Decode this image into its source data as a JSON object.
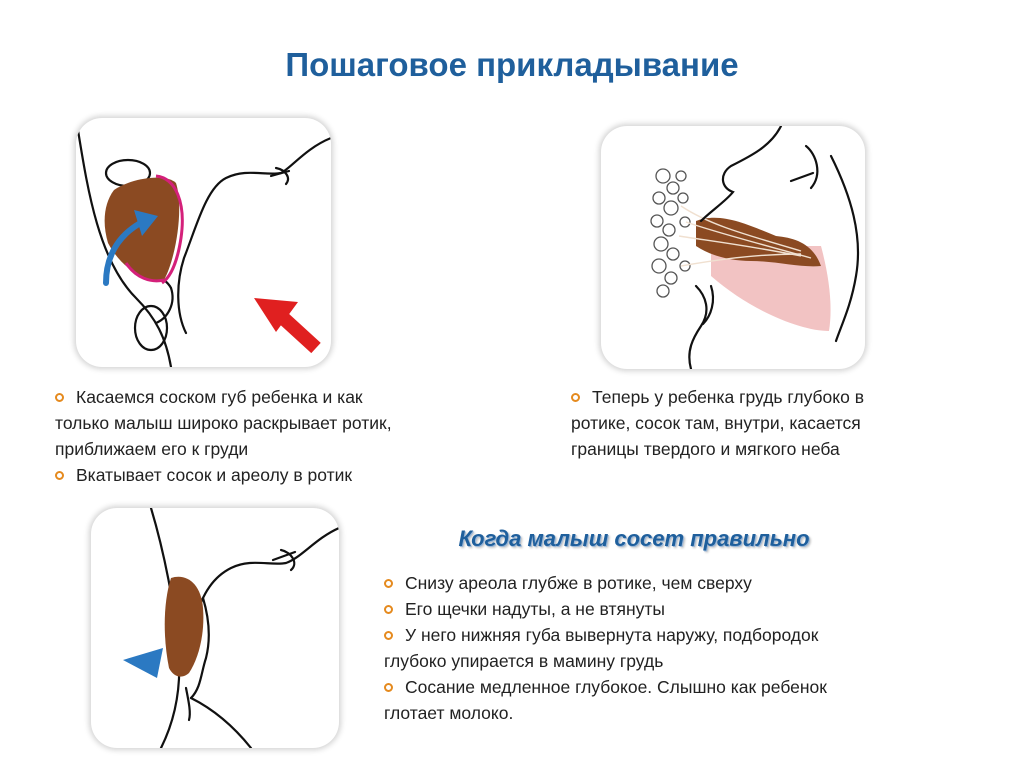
{
  "title": "Пошаговое прикладывание",
  "step1": {
    "lines": [
      "Касаемся соском губ ребенка и как",
      "только малыш широко раскрывает ротик,",
      "приближаем его к груди"
    ],
    "line2": "Вкатывает сосок и ареолу в ротик"
  },
  "step2": {
    "lines": [
      "Теперь у ребенка грудь глубоко в",
      "ротике, сосок там, внутри, касается",
      "границы твердого и мягкого неба"
    ]
  },
  "correct": {
    "heading": "Когда малыш сосет правильно",
    "items": [
      "Снизу ареола глубже в ротике, чем сверху",
      "Его щечки надуты, а не втянуты",
      "У него нижняя губа вывернута наружу, подбородок",
      "глубоко упирается в мамину грудь",
      "Сосание медленное глубокое. Слышно как ребенок",
      "глотает молоко."
    ]
  },
  "colors": {
    "title": "#1f5f9c",
    "bullet": "#e58a1e",
    "areola": "#8b4a22",
    "arrow_red": "#e02020",
    "arrow_blue": "#2b79c2",
    "palate_pink": "#f2c3c3"
  }
}
